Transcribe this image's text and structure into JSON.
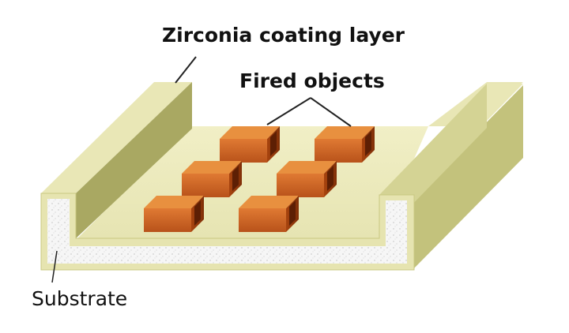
{
  "labels": {
    "zirconia_coating_layer": "Zirconia coating layer",
    "fired_objects": "Fired objects",
    "substrate": "Substrate"
  },
  "colors": {
    "coating_face": "#e8e6b4",
    "coating_side": "#c9c882",
    "coating_dark": "#b3b268",
    "floor": "#efedc0",
    "substrate_fill": "#f4f4f4",
    "brick_top": "#e58a3c",
    "brick_front": "#cc5f1e",
    "brick_dark": "#9a3a0c",
    "leader_line": "#222222"
  }
}
